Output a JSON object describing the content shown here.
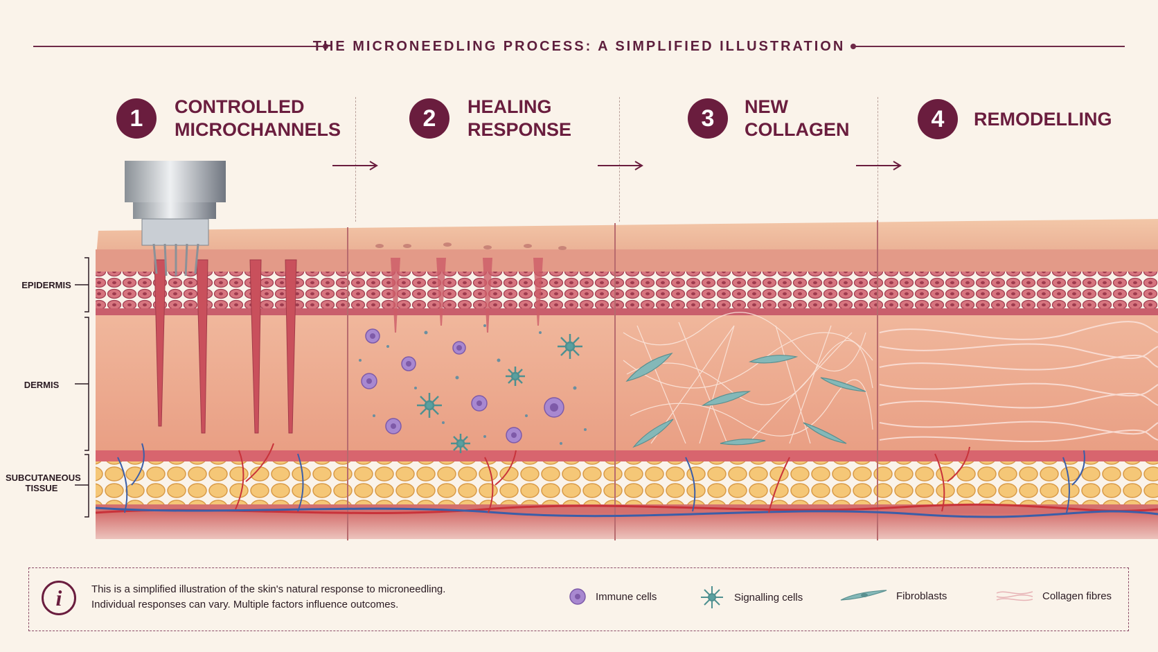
{
  "title": "THE MICRONEEDLING PROCESS: A SIMPLIFIED ILLUSTRATION",
  "steps": [
    {
      "number": "1",
      "line1": "CONTROLLED",
      "line2": "MICROCHANNELS"
    },
    {
      "number": "2",
      "line1": "HEALING",
      "line2": "RESPONSE"
    },
    {
      "number": "3",
      "line1": "NEW",
      "line2": "COLLAGEN"
    },
    {
      "number": "4",
      "line1": "REMODELLING",
      "line2": ""
    }
  ],
  "layers": {
    "epidermis": "EPIDERMIS",
    "dermis": "DERMIS",
    "subcutaneous_line1": "SUBCUTANEOUS",
    "subcutaneous_line2": "TISSUE"
  },
  "info": {
    "icon": "info-icon",
    "line1": "This is a simplified illustration of the skin's natural response to microneedling.",
    "line2": "Individual responses can vary. Multiple factors influence outcomes."
  },
  "legend": [
    {
      "icon": "immune-cell-icon",
      "label": "Immune cells"
    },
    {
      "icon": "signalling-cell-icon",
      "label": "Signalling cells"
    },
    {
      "icon": "fibroblast-icon",
      "label": "Fibroblasts"
    },
    {
      "icon": "collagen-fibre-icon",
      "label": "Collagen fibres"
    }
  ],
  "colors": {
    "accent": "#6a1d3e",
    "background": "#faf3ea",
    "epidermis": "#c9606e",
    "dermis": "#eeab8e",
    "fat": "#f2c06c",
    "vessel_red": "#c8323a",
    "vessel_blue": "#3b5ea8",
    "immune": "#9b78c4",
    "signal": "#5aa0a0",
    "fibroblast": "#7fb4b4"
  }
}
